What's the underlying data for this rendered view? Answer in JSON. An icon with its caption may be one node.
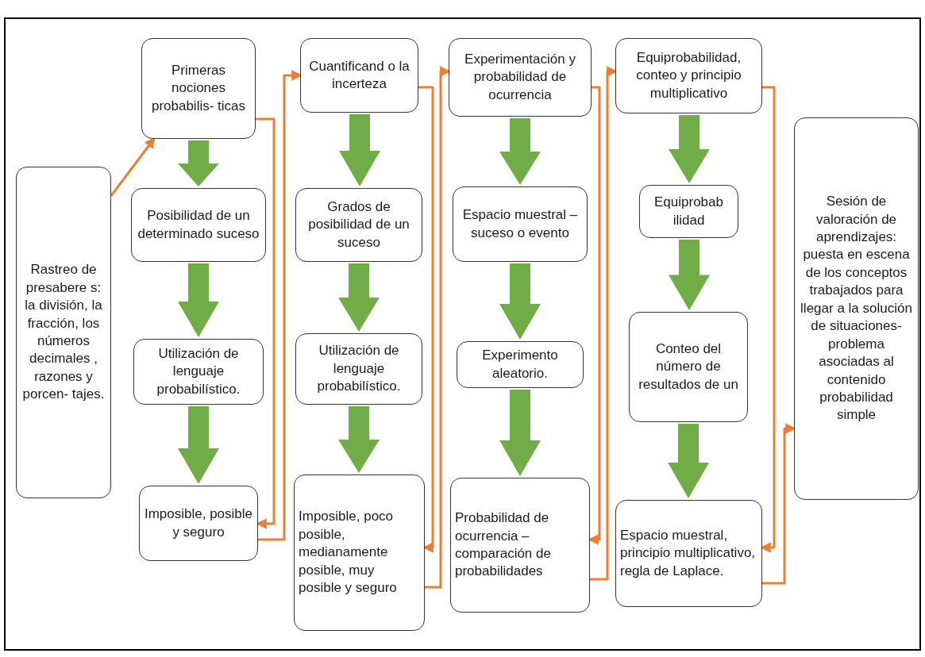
{
  "diagram": {
    "nodes": [
      {
        "text": [
          "Rastreo de presabere s: la división, la fracción, los números decimales , razones y porcen- tajes."
        ]
      },
      {
        "text": [
          "Primeras nociones probabilis- ticas"
        ]
      },
      {
        "text": [
          "Posibilidad de un determinado suceso"
        ]
      },
      {
        "text": [
          "Utilización de lenguaje probabilístico."
        ]
      },
      {
        "text": [
          "Imposible, posible y seguro"
        ]
      },
      {
        "text": [
          "Cuantificand o la incerteza"
        ]
      },
      {
        "text": [
          "Grados de posibilidad de un suceso"
        ]
      },
      {
        "text": [
          "Utilización de lenguaje probabilístico."
        ]
      },
      {
        "text": [
          "Imposible, poco posible, medianamente posible, muy posible  y seguro"
        ]
      },
      {
        "text": [
          "Experimentación y probabilidad de ocurrencia"
        ]
      },
      {
        "text": [
          "Espacio muestral – suceso o evento"
        ]
      },
      {
        "text": [
          "Experimento aleatorio."
        ]
      },
      {
        "text": [
          "Probabilidad de ocurrencia – comparación de probabilidades"
        ]
      },
      {
        "text": [
          "Equiprobabilidad, conteo y principio multiplicativo"
        ]
      },
      {
        "text": [
          "Equiprobab ilidad"
        ]
      },
      {
        "text": [
          "Conteo del número de resultados de un"
        ]
      },
      {
        "text": [
          "Espacio muestral, principio multiplicativo, regla de Laplace."
        ]
      },
      {
        "text": [
          "Sesión de valoración de aprendizajes: puesta en escena de los conceptos trabajados para llegar a la solución de situaciones- problema asociadas al contenido probabilidad simple"
        ]
      }
    ],
    "edges": [
      {
        "from": 1,
        "to": 2,
        "arrow": "to",
        "style": "thick"
      },
      {
        "from": 2,
        "to": 3,
        "arrow": "to",
        "style": "thick"
      },
      {
        "from": 3,
        "to": 4,
        "arrow": "to",
        "style": "thick"
      },
      {
        "from": 5,
        "to": 6,
        "arrow": "to",
        "style": "thick"
      },
      {
        "from": 6,
        "to": 7,
        "arrow": "to",
        "style": "thick"
      },
      {
        "from": 7,
        "to": 8,
        "arrow": "to",
        "style": "thick"
      },
      {
        "from": 9,
        "to": 10,
        "arrow": "to",
        "style": "thick"
      },
      {
        "from": 10,
        "to": 11,
        "arrow": "to",
        "style": "thick"
      },
      {
        "from": 11,
        "to": 12,
        "arrow": "to",
        "style": "thick"
      },
      {
        "from": 13,
        "to": 14,
        "arrow": "to",
        "style": "thick"
      },
      {
        "from": 14,
        "to": 15,
        "arrow": "to",
        "style": "thick"
      },
      {
        "from": 15,
        "to": 16,
        "arrow": "to",
        "style": "thick"
      },
      {
        "from": 0,
        "to": 1,
        "arrow": "to",
        "color": "#ed7d31"
      },
      {
        "from": 1,
        "to": 4,
        "arrow": "to",
        "color": "#ed7d31"
      },
      {
        "from": 4,
        "to": 5,
        "arrow": "to",
        "color": "#ed7d31"
      },
      {
        "from": 5,
        "to": 8,
        "arrow": "to",
        "color": "#ed7d31"
      },
      {
        "from": 8,
        "to": 9,
        "arrow": "to",
        "color": "#ed7d31"
      },
      {
        "from": 9,
        "to": 12,
        "arrow": "to",
        "color": "#ed7d31"
      },
      {
        "from": 12,
        "to": 13,
        "arrow": "to",
        "color": "#ed7d31"
      },
      {
        "from": 13,
        "to": 16,
        "arrow": "to",
        "color": "#ed7d31"
      },
      {
        "from": 16,
        "to": 17,
        "arrow": "to",
        "color": "#ed7d31"
      }
    ]
  }
}
